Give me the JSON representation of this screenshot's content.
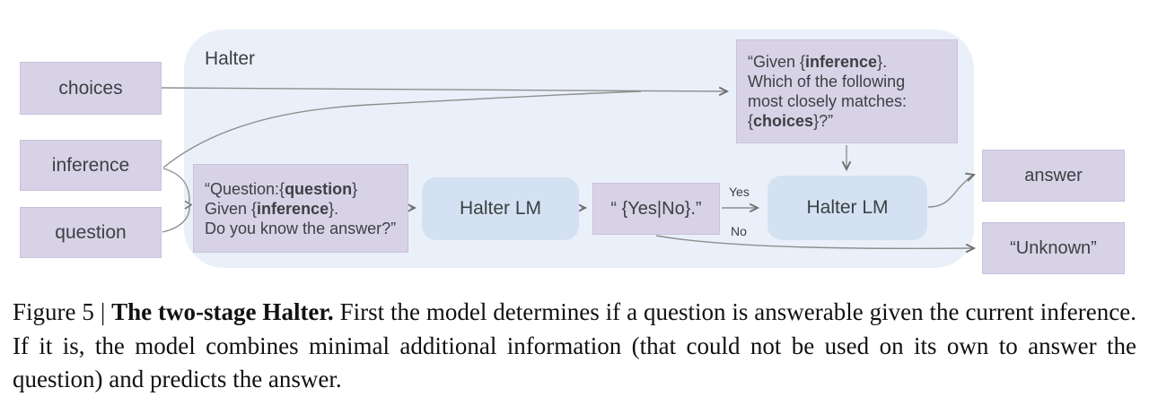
{
  "figure": {
    "caption_prefix": "Figure 5 | ",
    "caption_bold": "The two-stage Halter.",
    "caption_rest": " First the model determines if a question is answerable given the current inference. If it is, the model combines minimal additional information (that could not be used on its own to answer the question) and predicts the answer."
  },
  "diagram": {
    "container_label": "Halter",
    "inputs": {
      "choices": "choices",
      "inference": "inference",
      "question": "question"
    },
    "prompt1": {
      "l1a": "“Question:{",
      "l1b": "question",
      "l1c": "}",
      "l2a": "Given {",
      "l2b": "inference",
      "l2c": "}.",
      "l3": "Do you know the answer?”"
    },
    "prompt2": {
      "l1a": "“Given {",
      "l1b": "inference",
      "l1c": "}.",
      "l2": "Which of the following",
      "l3": "most closely matches:",
      "l4a": "{",
      "l4b": "choices",
      "l4c": "}?”"
    },
    "lm1_label": "Halter LM",
    "lm2_label": "Halter LM",
    "yesno_label": "“ {Yes|No}.”",
    "answer_label": "answer",
    "unknown_label": "“Unknown”",
    "yes_edge": "Yes",
    "no_edge": "No"
  },
  "colors": {
    "input_box": "#d8d2e7",
    "lm_box": "#d4e1f2",
    "container": "#eaf0f9",
    "connector": "#8e8e8e",
    "arrowhead": "#6f6f6f",
    "text": "#3c4043"
  }
}
